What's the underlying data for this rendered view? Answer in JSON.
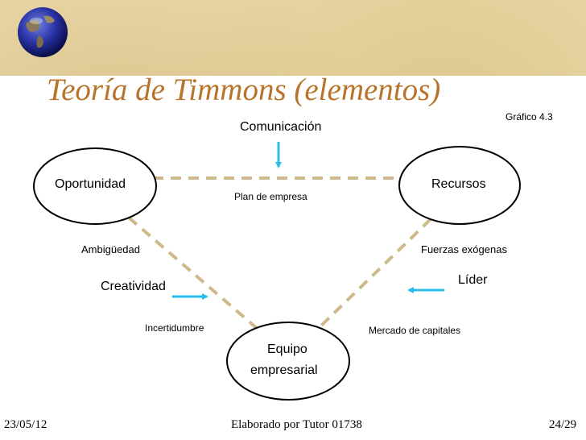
{
  "slide": {
    "title": "Teoría de Timmons (elementos)",
    "graphic_ref": "Gráfico 4.3",
    "date": "23/05/12",
    "author": "Elaborado por Tutor 01738",
    "page": "24/29"
  },
  "diagram": {
    "nodes": {
      "opportunity": "Oportunidad",
      "resources": "Recursos",
      "team_line1": "Equipo",
      "team_line2": "empresarial"
    },
    "labels": {
      "communication": "Comunicación",
      "business_plan": "Plan de empresa",
      "ambiguity": "Ambigüedad",
      "exogenous_forces": "Fuerzas exógenas",
      "creativity": "Creatividad",
      "leader": "Líder",
      "uncertainty": "Incertidumbre",
      "capital_market": "Mercado de capitales"
    },
    "colors": {
      "title": "#b8742a",
      "connector": "#cdb98a",
      "arrow": "#29bde8",
      "node_border": "#000000"
    }
  }
}
